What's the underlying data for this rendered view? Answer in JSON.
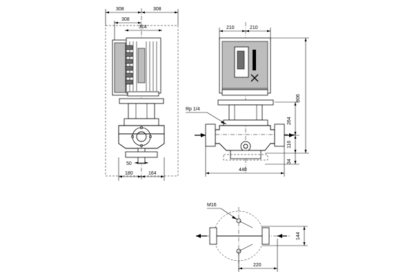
{
  "side_view": {
    "dim_top_left": "308",
    "dim_top_right": "308",
    "dim_second": "308",
    "dim_third": "314",
    "dim_pipe": "50",
    "dim_bottom_left": "180",
    "dim_bottom_right": "164"
  },
  "front_view": {
    "dim_top_left": "210",
    "dim_top_right": "210",
    "dim_width": "440",
    "dim_total_height": "906",
    "dim_head_height": "264",
    "dim_axis_height": "116",
    "dim_base": "34",
    "label_port": "Rp 1/4"
  },
  "plan_view": {
    "label_bolt": "M16",
    "dim_height": "144",
    "dim_width": "220"
  },
  "colors": {
    "line": "#000000",
    "motor_fill": "#bdbdbd",
    "coupling_fill": "#6e6e6e"
  }
}
